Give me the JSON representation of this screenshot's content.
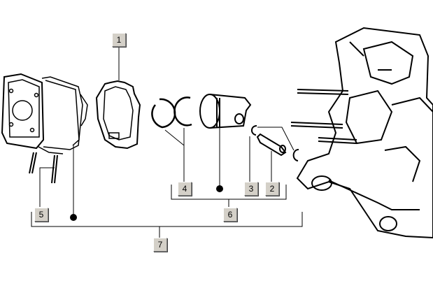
{
  "diagram": {
    "callouts": [
      {
        "id": "1",
        "label": "1"
      },
      {
        "id": "2",
        "label": "2"
      },
      {
        "id": "3",
        "label": "3"
      },
      {
        "id": "4",
        "label": "4"
      },
      {
        "id": "5",
        "label": "5"
      },
      {
        "id": "6",
        "label": "6"
      },
      {
        "id": "7",
        "label": "7"
      }
    ],
    "colors": {
      "callout_bg": "#d4d0c8",
      "line": "#000000"
    }
  }
}
